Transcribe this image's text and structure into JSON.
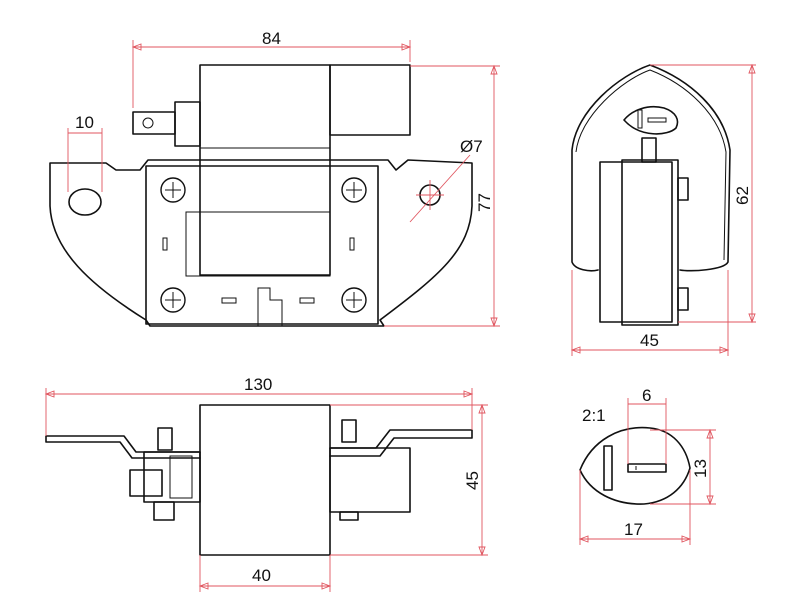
{
  "colors": {
    "outline": "#111111",
    "dimension": "#e0555f",
    "background": "#ffffff"
  },
  "dimensions": {
    "front_width": "84",
    "tab_width": "10",
    "hole_diameter": "Ø7",
    "front_height": "77",
    "side_height": "62",
    "side_width": "45",
    "top_length": "130",
    "top_height": "45",
    "top_body_width": "40",
    "detail_scale": "2:1",
    "detail_pin_width": "6",
    "detail_height": "13",
    "detail_width": "17"
  }
}
